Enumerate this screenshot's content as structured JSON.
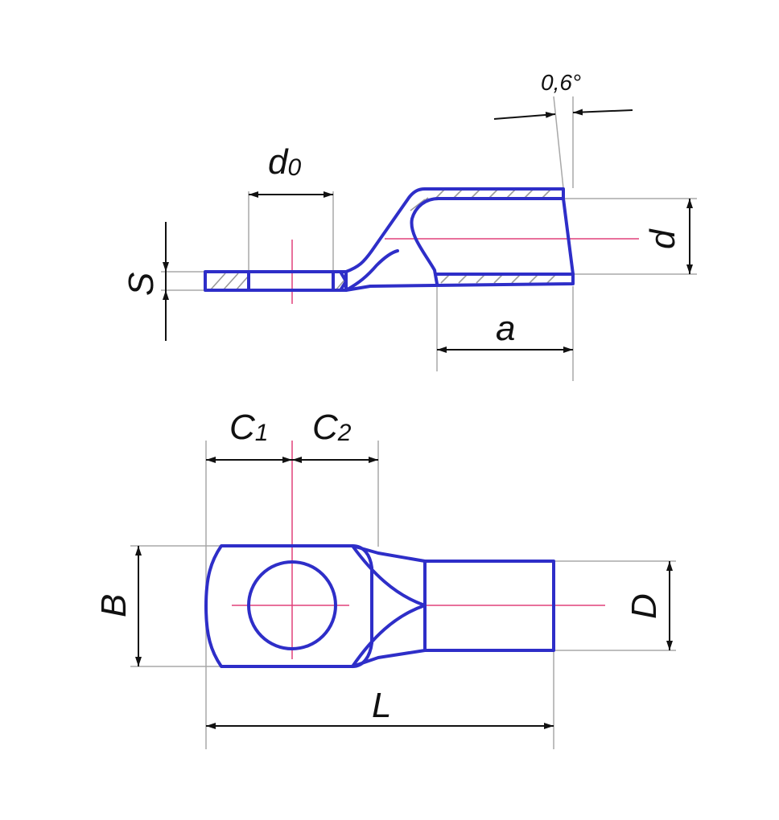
{
  "colors": {
    "outline": "#2e2ec8",
    "centerline": "#e0407a",
    "extension": "#a8a8a8",
    "dimension": "#111111"
  },
  "labels": {
    "d0": {
      "main": "d",
      "sub": "0"
    },
    "s": "S",
    "d": "d",
    "a": "a",
    "angle": "0,6°",
    "c1": {
      "main": "C",
      "sub": "1"
    },
    "c2": {
      "main": "C",
      "sub": "2"
    },
    "b": "B",
    "big_d": "D",
    "l": "L"
  }
}
